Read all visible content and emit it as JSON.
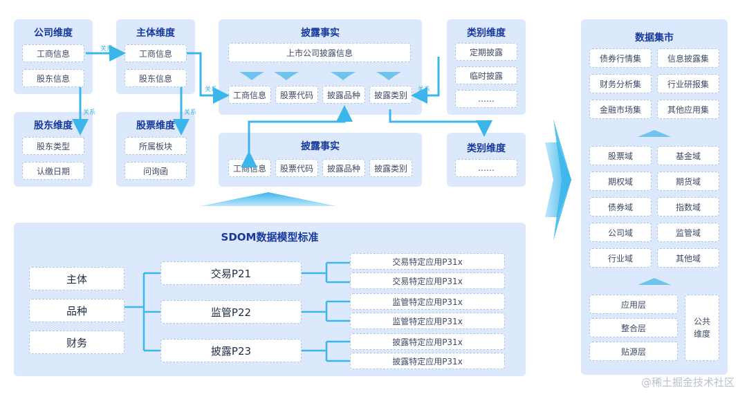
{
  "company_dim": {
    "title": "公司维度",
    "items": [
      "工商信息",
      "股东信息"
    ]
  },
  "subject_dim": {
    "title": "主体维度",
    "items": [
      "工商信息",
      "股东信息"
    ]
  },
  "shareholder_dim": {
    "title": "股东维度",
    "items": [
      "股东类型",
      "认缴日期"
    ]
  },
  "stock_dim": {
    "title": "股票维度",
    "items": [
      "所属板块",
      "问询函"
    ]
  },
  "disclosure_fact_top": {
    "title": "披露事实",
    "header": "上市公司披露信息",
    "items": [
      "工商信息",
      "股票代码",
      "披露品种",
      "披露类别"
    ]
  },
  "category_dim_top": {
    "title": "类别维度",
    "items": [
      "定期披露",
      "临时披露",
      "……"
    ]
  },
  "disclosure_fact_bottom": {
    "title": "披露事实",
    "items": [
      "工商信息",
      "股票代码",
      "披露品种",
      "披露类别"
    ]
  },
  "category_dim_bottom": {
    "title": "类别维度",
    "items": [
      "……"
    ]
  },
  "relation_label": "关系",
  "sdom": {
    "title": "SDOM数据模型标准",
    "left": [
      "主体",
      "品种",
      "财务"
    ],
    "middle": [
      "交易P21",
      "监管P22",
      "披露P23"
    ],
    "right": [
      "交易特定应用P31x",
      "交易特定应用P31x",
      "监管特定应用P31x",
      "监管特定应用P31x",
      "披露特定应用P31x",
      "披露特定应用P31x"
    ]
  },
  "data_mart": {
    "title": "数据集市",
    "apps": [
      "债券行情集",
      "信息披露集",
      "财务分析集",
      "行业研报集",
      "金融市场集",
      "其他应用集"
    ],
    "domains": [
      "股票域",
      "基金域",
      "期权域",
      "期货域",
      "债券域",
      "指数域",
      "公司域",
      "监管域",
      "行业域",
      "其他域"
    ],
    "layers": [
      "应用层",
      "整合层",
      "贴源层"
    ],
    "common": "公共维度"
  },
  "watermark": "@稀土掘金技术社区",
  "colors": {
    "panel": "#dce8fb",
    "arrow": "#3cb6ea",
    "title": "#17399b"
  }
}
